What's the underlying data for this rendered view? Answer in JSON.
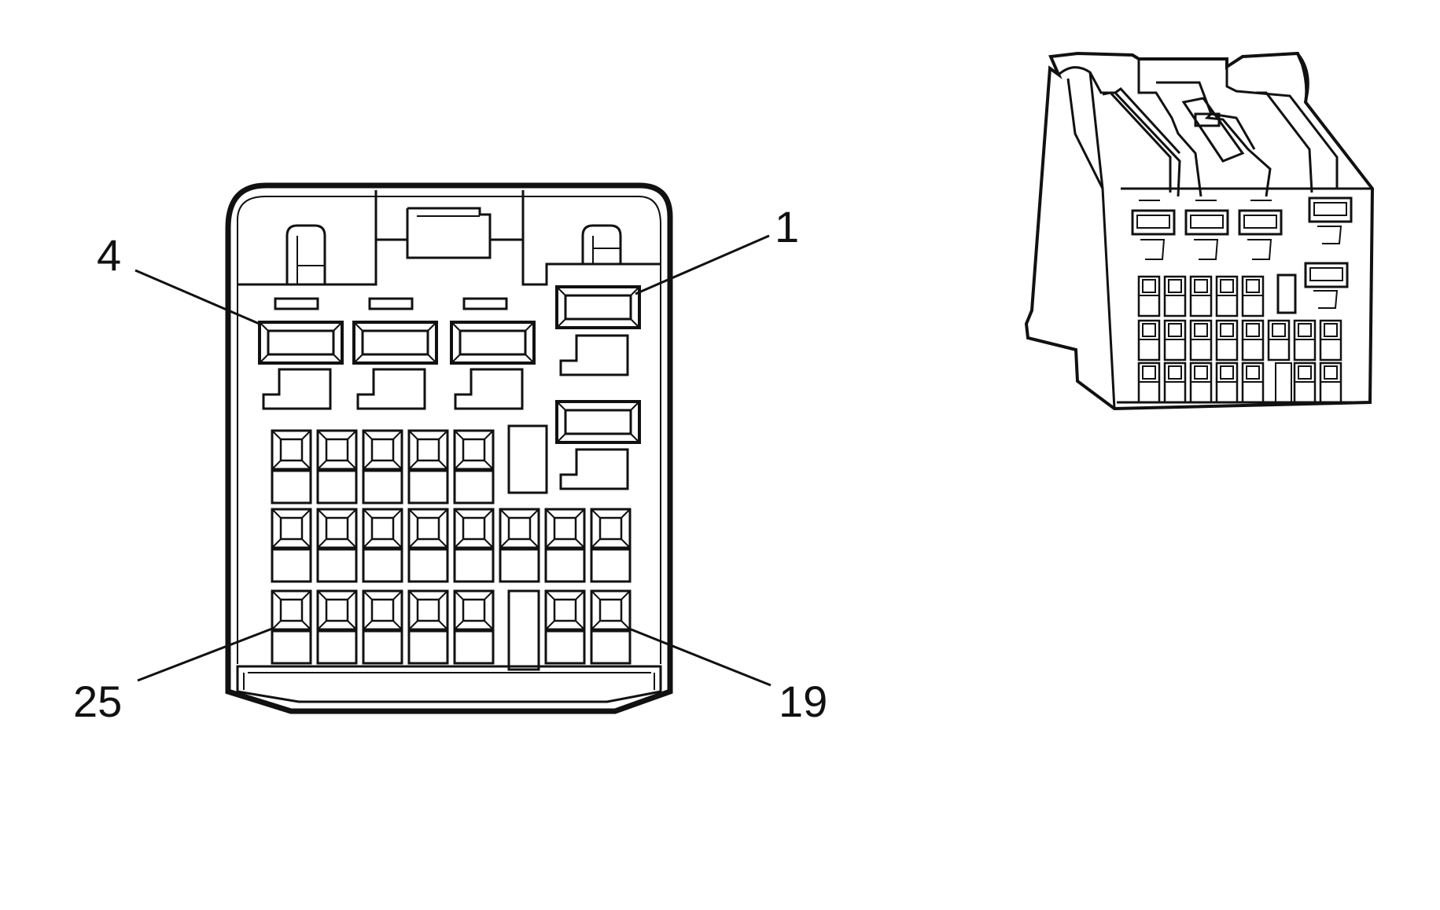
{
  "diagram": {
    "callouts": {
      "pin_1": "1",
      "pin_4": "4",
      "pin_19": "19",
      "pin_25": "25"
    },
    "colors": {
      "line": "#111111",
      "background": "#ffffff"
    }
  }
}
